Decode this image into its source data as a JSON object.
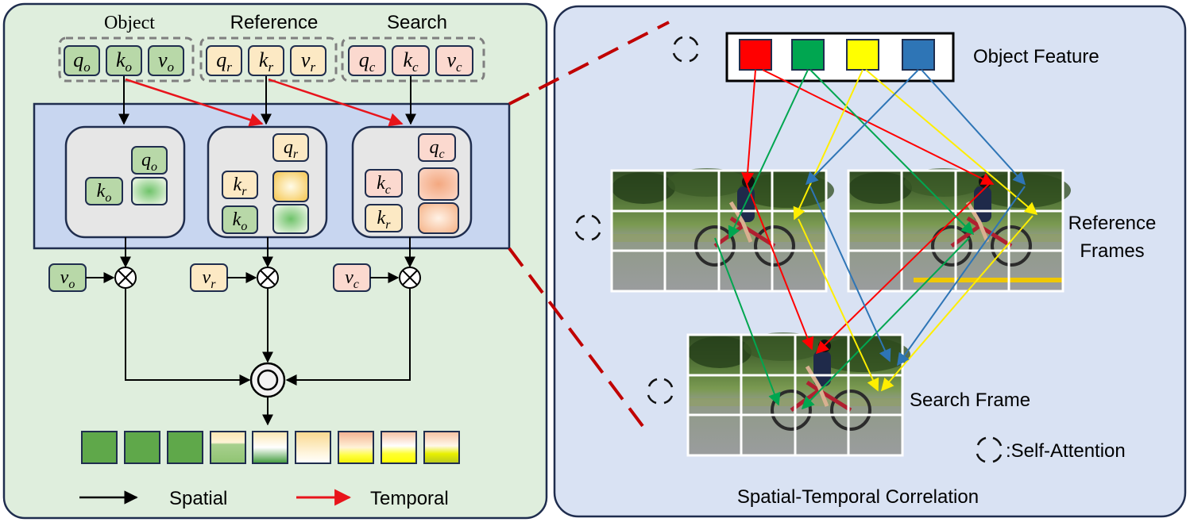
{
  "left_panel": {
    "groups": [
      {
        "label": "Object",
        "tokens": [
          {
            "b": "q",
            "s": "o"
          },
          {
            "b": "k",
            "s": "o"
          },
          {
            "b": "v",
            "s": "o"
          }
        ]
      },
      {
        "label": "Reference",
        "tokens": [
          {
            "b": "q",
            "s": "r"
          },
          {
            "b": "k",
            "s": "r"
          },
          {
            "b": "v",
            "s": "r"
          }
        ]
      },
      {
        "label": "Search",
        "tokens": [
          {
            "b": "q",
            "s": "c"
          },
          {
            "b": "k",
            "s": "c"
          },
          {
            "b": "v",
            "s": "c"
          }
        ]
      }
    ],
    "blocks": {
      "object": {
        "q": {
          "b": "q",
          "s": "o"
        },
        "k1": {
          "b": "k",
          "s": "o"
        }
      },
      "reference": {
        "q": {
          "b": "q",
          "s": "r"
        },
        "k1": {
          "b": "k",
          "s": "r"
        },
        "k2": {
          "b": "k",
          "s": "o"
        }
      },
      "search": {
        "q": {
          "b": "q",
          "s": "c"
        },
        "k1": {
          "b": "k",
          "s": "c"
        },
        "k2": {
          "b": "k",
          "s": "r"
        }
      }
    },
    "value_inputs": [
      {
        "b": "v",
        "s": "o"
      },
      {
        "b": "v",
        "s": "r"
      },
      {
        "b": "v",
        "s": "c"
      }
    ],
    "legend": {
      "spatial": "Spatial",
      "temporal": "Temporal"
    }
  },
  "right_panel": {
    "object_feature_label": "Object Feature",
    "reference_frames_label": [
      "Reference",
      "Frames"
    ],
    "search_frame_label": "Search Frame",
    "self_attention_label": ":Self-Attention",
    "caption": "Spatial-Temporal Correlation"
  },
  "colors": {
    "left_bg": "#dfeedd",
    "right_bg": "#d9e2f3",
    "inner_box": "#c8d6f0",
    "green_token": "#b8d8a8",
    "yellow_token": "#fce9c4",
    "pink_token": "#fbd9cf",
    "temporal_arrow": "#e8141b",
    "feature_red": "#ff0000",
    "feature_green": "#00a650",
    "feature_yellow": "#ffff00",
    "feature_blue": "#2e75b6"
  }
}
